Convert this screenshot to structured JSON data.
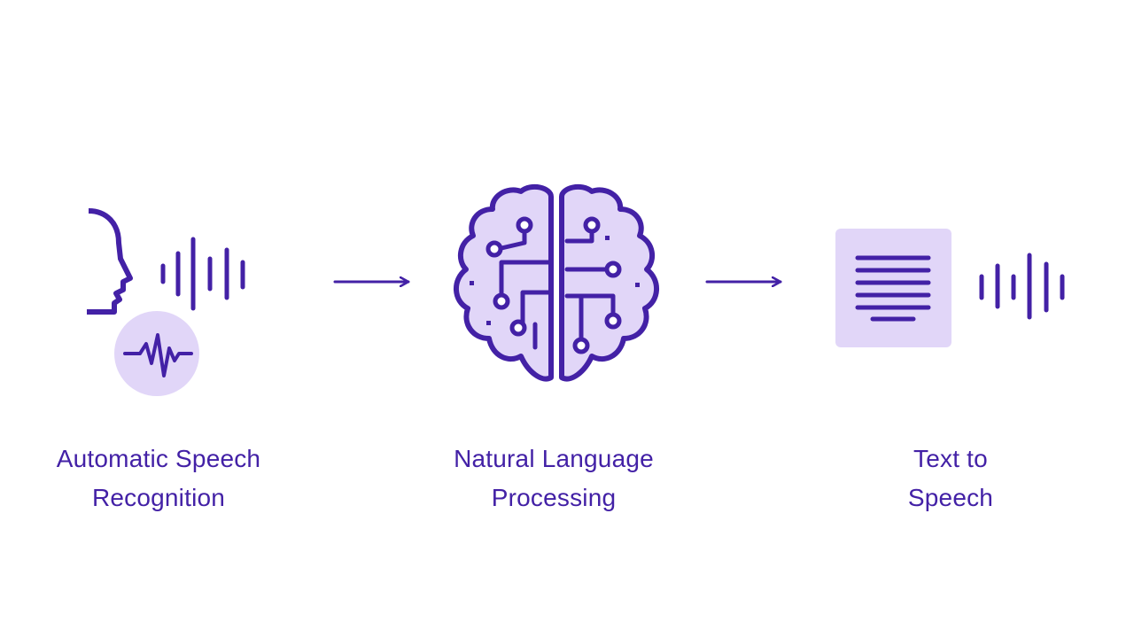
{
  "colors": {
    "accent": "#4321a6",
    "accent_light": "#e1d6f8",
    "background": "#ffffff"
  },
  "stages": [
    {
      "icon": "speaking-head-icon",
      "label_line1": "Automatic Speech",
      "label_line2": "Recognition"
    },
    {
      "icon": "circuit-brain-icon",
      "label_line1": "Natural Language",
      "label_line2": "Processing"
    },
    {
      "icon": "text-document-icon",
      "label_line1": "Text to",
      "label_line2": "Speech"
    }
  ],
  "connectors": [
    "arrow-right-icon",
    "arrow-right-icon"
  ]
}
